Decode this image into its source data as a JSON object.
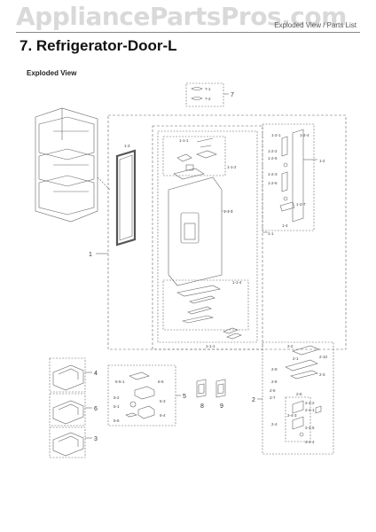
{
  "watermark": "AppliancePartsPros.com",
  "header_tag": "Exploded View / Parts List",
  "title": "7.  Refrigerator-Door-L",
  "subtitle": "Exploded View",
  "labels": {
    "l7": "7",
    "l7_1": "7-1",
    "l7_2": "7-2",
    "l1": "1",
    "l1_1": "1-1",
    "l1_1_1": "1-1-1",
    "l1_2": "1-2",
    "l1_3": "1-3",
    "l1_4": "1-4",
    "l1_1_1a": "1-1-1",
    "l1_1_2": "1-1-2",
    "l1_1_3": "1-1-3",
    "l1_1_4": "1-1-4",
    "l1_2_1": "1-2-1",
    "l1_2_2": "1-2-2",
    "l1_2_3": "1-2-3",
    "l1_2_4": "1-2-4",
    "l1_2_5": "1-2-5",
    "l1_2_6": "1-2-6",
    "l1_2_7": "1-2-7",
    "l2": "2",
    "l2_1": "2-1",
    "l2_2": "2-2",
    "l2_3": "2-3",
    "l2_4": "2-4",
    "l2_5": "2-5",
    "l2_6": "2-6",
    "l2_7": "2-7",
    "l2_8": "2-8",
    "l2_9": "2-9",
    "l2_10": "2-10",
    "l2_4_1": "2-4-1",
    "l2_4_2": "2-4-2",
    "l2_4_3": "2-4-3",
    "l2_4_4": "2-4-4",
    "l2_4_5": "2-4-5",
    "l3": "3",
    "l4": "4",
    "l6": "6",
    "l5": "5",
    "l5_1": "5-1",
    "l5_2": "5-2",
    "l5_3": "5-3",
    "l5_4": "5-4",
    "l5_5": "5-5",
    "l5_6": "5-6",
    "l5_5_1": "5-5-1",
    "l8": "8",
    "l9": "9"
  }
}
